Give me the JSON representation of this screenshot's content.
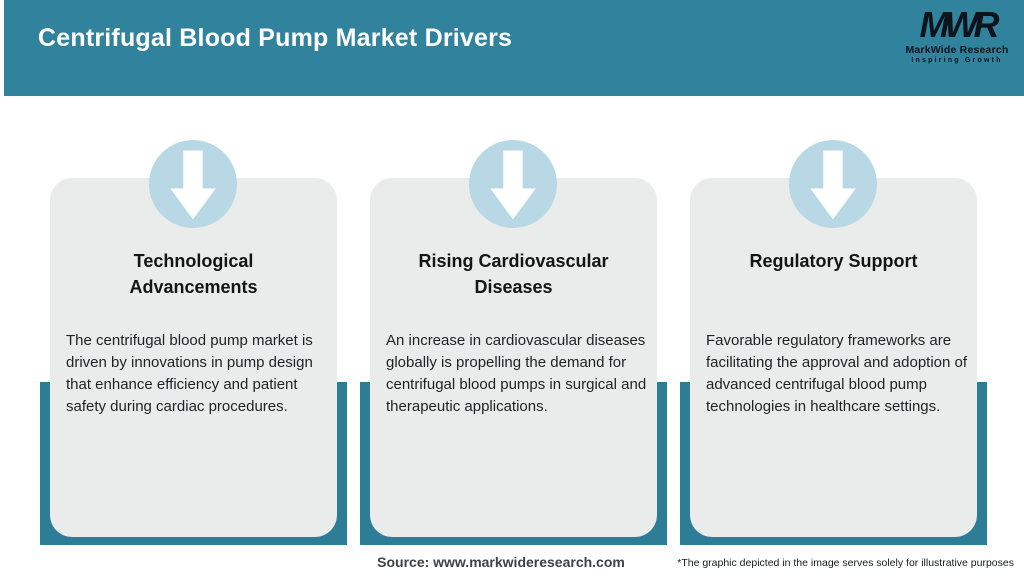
{
  "header": {
    "title": "Centrifugal Blood Pump Market Drivers",
    "logo": {
      "mark": "MWR",
      "name": "MarkWide Research",
      "tagline": "Inspiring Growth"
    }
  },
  "colors": {
    "header_teal": "#31829c",
    "underlay_teal": "#2e7d96",
    "circle_blue": "#b9d8e6",
    "card_gray": "#e9eceb",
    "arrow_white": "#ffffff"
  },
  "cards": [
    {
      "icon": "down-arrow-icon",
      "title": "Technological Advancements",
      "body_lines": [
        "The centrifugal blood pump market is",
        "driven by innovations in pump design",
        "that enhance efficiency and patient",
        "safety during cardiac procedures."
      ]
    },
    {
      "icon": "down-arrow-icon",
      "title": "Rising Cardiovascular Diseases",
      "body_lines": [
        "An increase in cardiovascular diseases",
        "globally is propelling the demand for",
        "centrifugal blood pumps in surgical and",
        "therapeutic applications."
      ]
    },
    {
      "icon": "down-arrow-icon",
      "title": "Regulatory Support",
      "body_lines": [
        "Favorable regulatory frameworks are",
        "facilitating the approval and adoption of",
        "advanced centrifugal blood pump",
        "technologies in healthcare settings."
      ]
    }
  ],
  "footer": {
    "source": "Source: www.markwideresearch.com",
    "disclaimer": "*The graphic depicted in the image serves solely for illustrative purposes"
  }
}
